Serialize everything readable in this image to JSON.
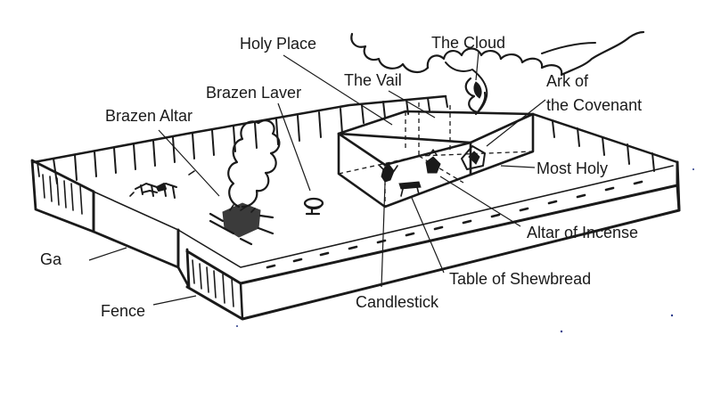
{
  "diagram": {
    "labels": {
      "holy_place": "Holy Place",
      "the_cloud": "The Cloud",
      "the_vail": "The Vail",
      "brazen_laver": "Brazen Laver",
      "ark_line1": "Ark of",
      "ark_line2": "the Covenant",
      "brazen_altar": "Brazen Altar",
      "most_holy": "Most Holy",
      "altar_of_incense": "Altar of Incense",
      "gate": "Ga",
      "table_of_shewbread": "Table of Shewbread",
      "fence": "Fence",
      "candlestick": "Candlestick"
    }
  }
}
